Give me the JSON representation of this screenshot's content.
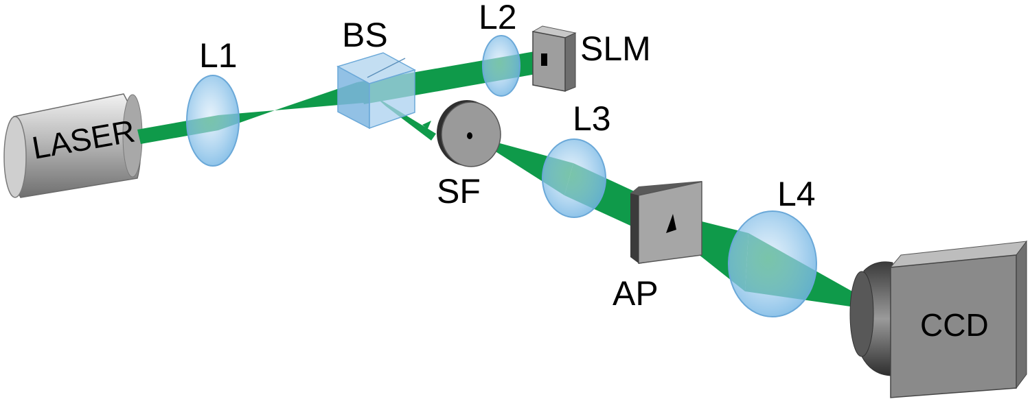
{
  "labels": {
    "laser": "LASER",
    "l1": "L1",
    "bs": "BS",
    "l2": "L2",
    "slm": "SLM",
    "sf": "SF",
    "l3": "L3",
    "ap": "AP",
    "l4": "L4",
    "ccd": "CCD"
  },
  "colors": {
    "beam": "#0f9a4a",
    "lens": "#8ec3ea",
    "grey_light": "#c9c9c9",
    "grey_mid": "#9a9a9a",
    "grey_dark": "#555555"
  }
}
